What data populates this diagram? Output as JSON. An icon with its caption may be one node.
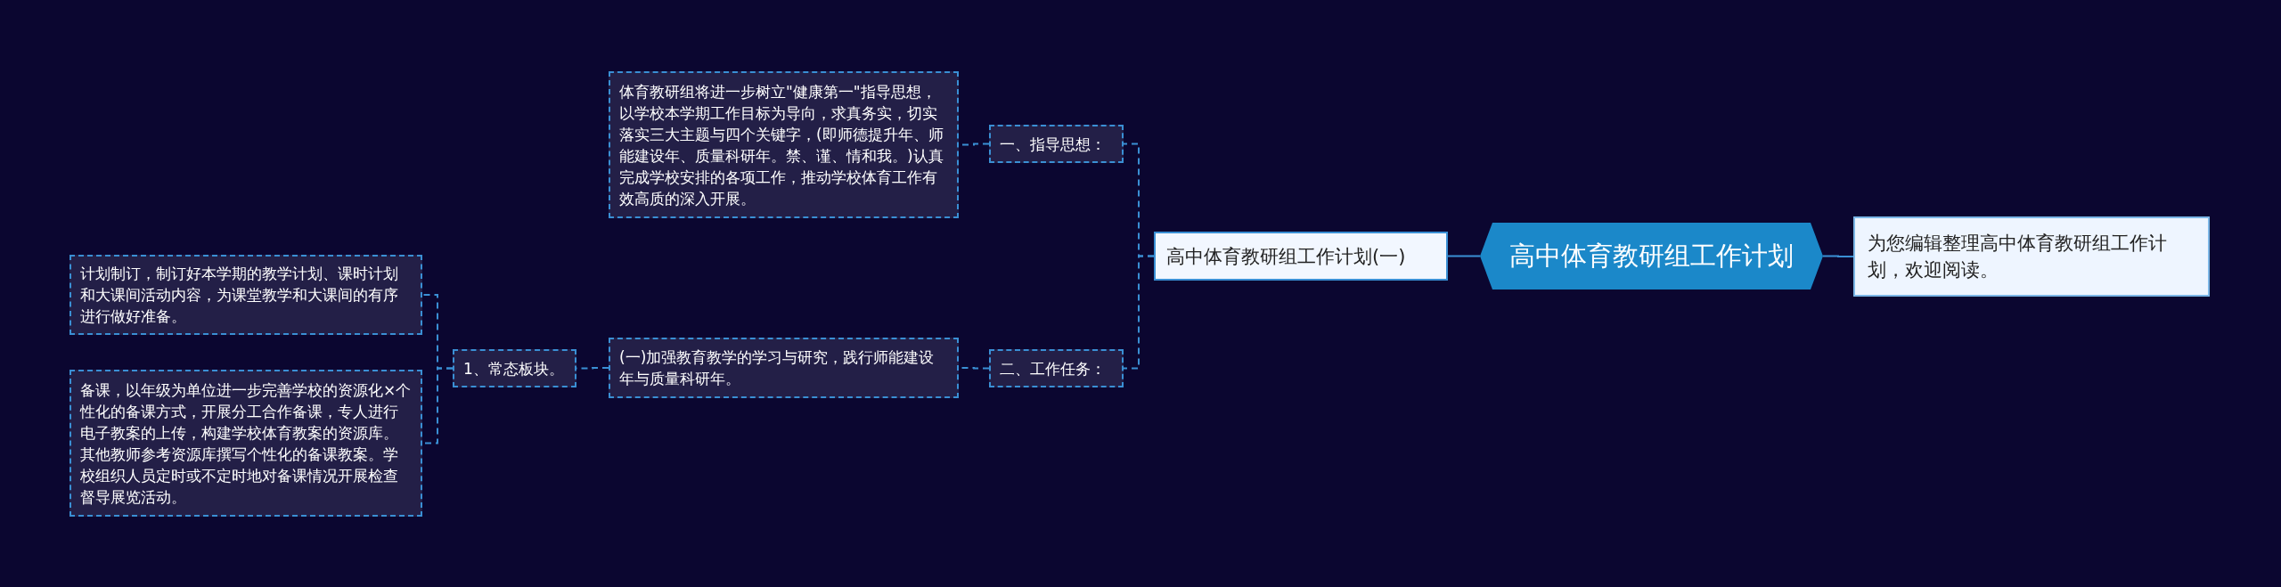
{
  "diagram": {
    "nodes": [
      {
        "text": [
          "高中体育教研组工作计划"
        ]
      },
      {
        "text": [
          "为您编辑整理高中体育教研组工作计划，欢迎阅读。"
        ]
      },
      {
        "text": [
          "高中体育教研组工作计划(一)"
        ]
      },
      {
        "text": [
          "一、指导思想："
        ]
      },
      {
        "text": [
          "体育教研组将进一步树立\"健康第一\"指导思想，以学校本学期工作目标为导向，求真务实，切实落实三大主题与四个关键字，(即师德提升年、师能建设年、质量科研年。禁、谨、情和我。)认真完成学校安排的各项工作，推动学校体育工作有效高质的深入开展。"
        ]
      },
      {
        "text": [
          "二、工作任务："
        ]
      },
      {
        "text": [
          "(一)加强教育教学的学习与研究，践行师能建设年与质量科研年。"
        ]
      },
      {
        "text": [
          "1、常态板块。"
        ]
      },
      {
        "text": [
          "计划制订，制订好本学期的教学计划、课时计划和大课间活动内容，为课堂教学和大课间的有序进行做好准备。"
        ]
      },
      {
        "text": [
          "备课，以年级为单位进一步完善学校的资源化×个性化的备课方式，开展分工合作备课，专人进行电子教案的上传，构建学校体育教案的资源库。其他教师参考资源库撰写个性化的备课教案。学校组织人员定时或不定时地对备课情况开展检查督导展览活动。"
        ]
      }
    ],
    "edges": [
      {
        "from": 0,
        "to": 1,
        "arrow": "none"
      },
      {
        "from": 0,
        "to": 2,
        "arrow": "none"
      },
      {
        "from": 2,
        "to": 3,
        "arrow": "none",
        "style": "dashed"
      },
      {
        "from": 2,
        "to": 5,
        "arrow": "none",
        "style": "dashed"
      },
      {
        "from": 3,
        "to": 4,
        "arrow": "none",
        "style": "dashed"
      },
      {
        "from": 5,
        "to": 6,
        "arrow": "none",
        "style": "dashed"
      },
      {
        "from": 6,
        "to": 7,
        "arrow": "none",
        "style": "dashed"
      },
      {
        "from": 7,
        "to": 8,
        "arrow": "none",
        "style": "dashed"
      },
      {
        "from": 7,
        "to": 9,
        "arrow": "none",
        "style": "dashed"
      }
    ]
  }
}
